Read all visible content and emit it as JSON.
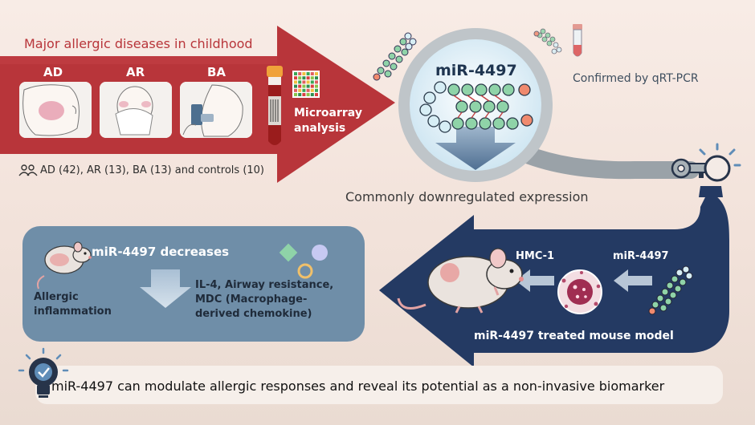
{
  "top": {
    "heading": "Major allergic diseases in childhood",
    "groups": [
      "AD",
      "AR",
      "BA"
    ],
    "cohort_text": "AD (42), AR (13), BA (13) and controls (10)",
    "microarray_label_line1": "Microarray",
    "microarray_label_line2": "analysis",
    "mirna_name": "miR-4497",
    "confirmed_text": "Confirmed by qRT-PCR",
    "expression_text": "Commonly downregulated expression"
  },
  "bottom": {
    "decrease_title": "miR-4497 decreases",
    "allergic_label_line1": "Allergic",
    "allergic_label_line2": "inflammation",
    "markers_line1": "IL-4, Airway resistance,",
    "markers_line2": "MDC (Macrophage-",
    "markers_line3": "derived chemokine)",
    "hmc_label": "HMC-1",
    "mirna_label": "miR-4497",
    "model_label": "miR-4497 treated mouse model"
  },
  "conclusion": {
    "text": "miR-4497 can modulate allergic responses and reveal its potential as a non-invasive biomarker"
  },
  "colors": {
    "red_arrow": "#b8353a",
    "navy_arrow": "#243a63",
    "steel_box": "#6f8ea8",
    "green_bead": "#8fd3a8",
    "blue_bead": "#d7eef5",
    "salmon_bead": "#f08a6e"
  },
  "icons": [
    "people-icon",
    "blood-tube-icon",
    "microarray-icon",
    "magnifier-icon",
    "key-icon",
    "lightbulb-icon",
    "mouse-icon",
    "mast-cell-icon",
    "mirna-hairpin-icon"
  ]
}
